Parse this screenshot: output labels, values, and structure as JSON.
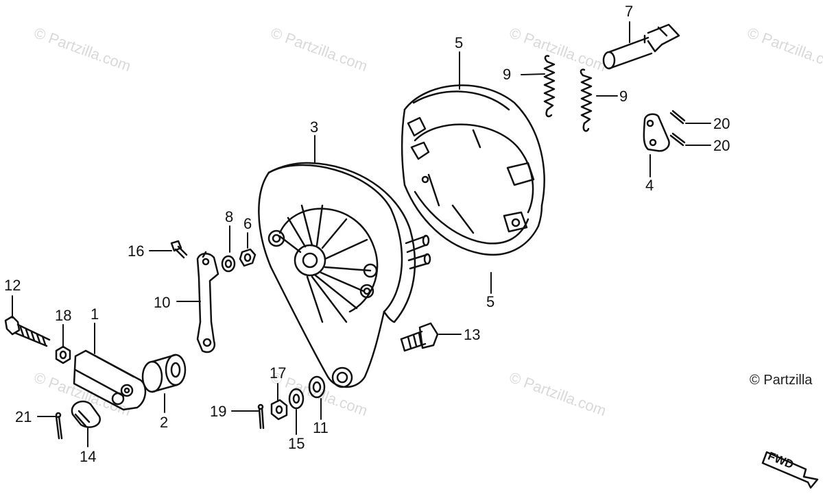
{
  "watermark_text": "© Partzilla.com",
  "copyright_text": "© Partzilla",
  "direction_label": "FWD",
  "line_color": "#111111",
  "watermark_color": "#d9d9d9",
  "icons": [
    "brake-panel-icon",
    "brake-shoe-icon",
    "spring-icon",
    "cam-icon",
    "arm-icon",
    "bolt-icon",
    "nut-icon",
    "washer-icon",
    "cotter-pin-icon",
    "fwd-arrow-icon"
  ],
  "callouts": {
    "c1": "1",
    "c2": "2",
    "c3": "3",
    "c4": "4",
    "c5a": "5",
    "c5b": "5",
    "c6": "6",
    "c7": "7",
    "c8": "8",
    "c9a": "9",
    "c9b": "9",
    "c10": "10",
    "c11": "11",
    "c12": "12",
    "c13": "13",
    "c14": "14",
    "c15": "15",
    "c16": "16",
    "c17": "17",
    "c18": "18",
    "c19": "19",
    "c20a": "20",
    "c20b": "20",
    "c21": "21"
  }
}
